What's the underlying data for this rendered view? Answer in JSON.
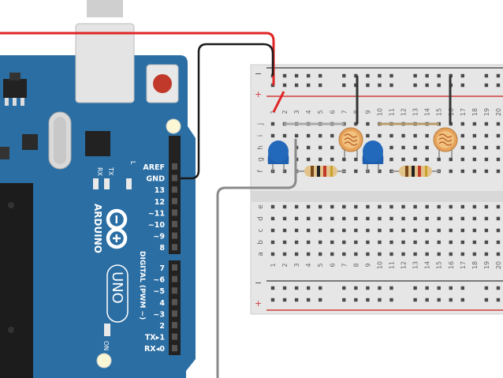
{
  "arduino": {
    "brand": "ARDUINO",
    "model": "UNO",
    "digital_label": "DIGITAL (PWM ~)",
    "power_label": "ON",
    "led_l": "L",
    "led_tx": "TX",
    "led_rx": "RX",
    "pins": [
      "AREF",
      "GND",
      "13",
      "12",
      "~11",
      "~10",
      "~9",
      "8",
      "7",
      "~6",
      "~5",
      "4",
      "~3",
      "2",
      "TX▸1",
      "RX◂0"
    ]
  },
  "breadboard": {
    "rail_minus": "−",
    "rail_plus": "+",
    "row_letters_top": [
      "j",
      "i",
      "h",
      "g",
      "f"
    ],
    "row_letters_bottom": [
      "e",
      "d",
      "c",
      "b",
      "a"
    ],
    "column_numbers": [
      "1",
      "2",
      "3",
      "4",
      "5",
      "6",
      "7",
      "8",
      "9",
      "10",
      "11",
      "12",
      "13",
      "14",
      "15",
      "16",
      "17",
      "18",
      "19",
      "20"
    ]
  },
  "colors": {
    "board": "#2b6ea3",
    "board_dark": "#1f5a87",
    "header": "#222222",
    "breadboard": "#e6e6e6",
    "rail_red": "#d23b3b",
    "rail_black": "#555555",
    "wire_red": "#e02424",
    "wire_black": "#1a1a1a",
    "wire_gray": "#8a8a8a",
    "capacitor": "#1e5fae",
    "ldr": "#e6a25a",
    "resistor": "#e3c38c"
  }
}
